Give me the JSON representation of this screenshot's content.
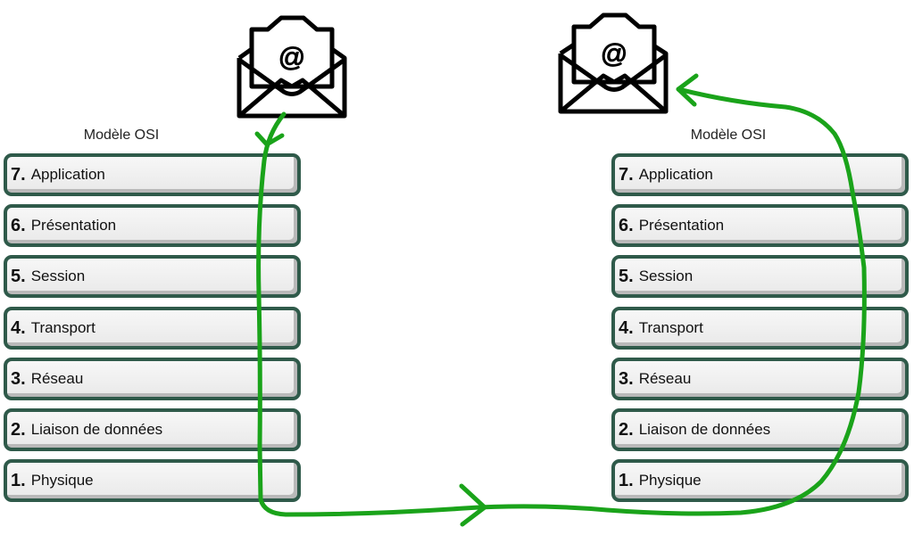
{
  "diagram": {
    "left": {
      "title": "Modèle OSI",
      "layers": [
        {
          "num": "7.",
          "label": "Application"
        },
        {
          "num": "6.",
          "label": "Présentation"
        },
        {
          "num": "5.",
          "label": "Session"
        },
        {
          "num": "4.",
          "label": "Transport"
        },
        {
          "num": "3.",
          "label": "Réseau"
        },
        {
          "num": "2.",
          "label": "Liaison de données"
        },
        {
          "num": "1.",
          "label": "Physique"
        }
      ]
    },
    "right": {
      "title": "Modèle OSI",
      "layers": [
        {
          "num": "7.",
          "label": "Application"
        },
        {
          "num": "6.",
          "label": "Présentation"
        },
        {
          "num": "5.",
          "label": "Session"
        },
        {
          "num": "4.",
          "label": "Transport"
        },
        {
          "num": "3.",
          "label": "Réseau"
        },
        {
          "num": "2.",
          "label": "Liaison de données"
        },
        {
          "num": "1.",
          "label": "Physique"
        }
      ]
    },
    "envelope_symbol": "@",
    "colors": {
      "layer_border": "#2f5a4a",
      "flow_arrow": "#1aa31a"
    }
  }
}
